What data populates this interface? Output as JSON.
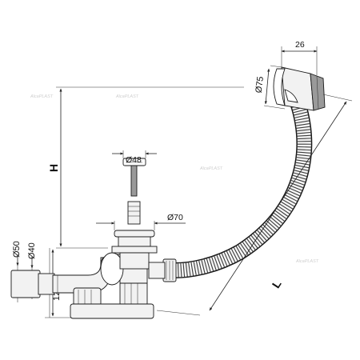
{
  "dimensions": {
    "overflow_depth": "26",
    "overflow_diameter": "Ø75",
    "stopper_diameter": "Ø48",
    "drain_diameter": "Ø70",
    "outlet_outer_diameter": "Ø50",
    "outlet_inner_diameter": "Ø40",
    "trap_height": "120",
    "height": "H",
    "length": "L"
  },
  "watermark": "AlcaPLAST",
  "colors": {
    "line": "#222222",
    "fill": "#f2f2f2",
    "shade": "#9a9a9a"
  }
}
